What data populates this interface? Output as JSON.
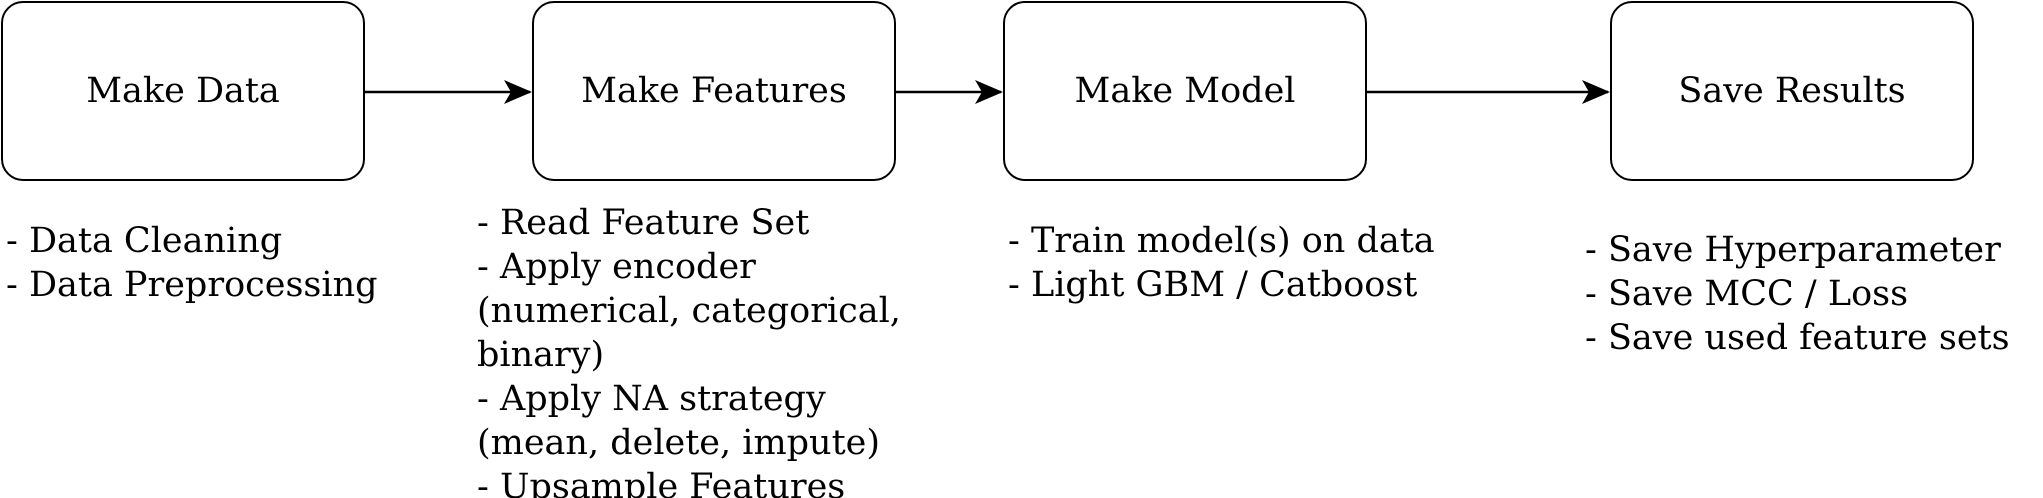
{
  "stages": [
    {
      "label": "Make Data",
      "notes": [
        "- Data Cleaning",
        "- Data Preprocessing"
      ]
    },
    {
      "label": "Make Features",
      "notes": [
        "- Read Feature Set",
        "- Apply encoder",
        "(numerical, categorical,",
        "binary)",
        "- Apply NA strategy",
        "(mean, delete, impute)",
        "- Upsample Features"
      ]
    },
    {
      "label": "Make Model",
      "notes": [
        "- Train model(s) on data",
        "- Light GBM / Catboost"
      ]
    },
    {
      "label": "Save Results",
      "notes": [
        "- Save Hyperparameter",
        "- Save MCC / Loss",
        "- Save used feature sets"
      ]
    }
  ],
  "colors": {
    "stroke": "#000000",
    "background": "#ffffff"
  }
}
